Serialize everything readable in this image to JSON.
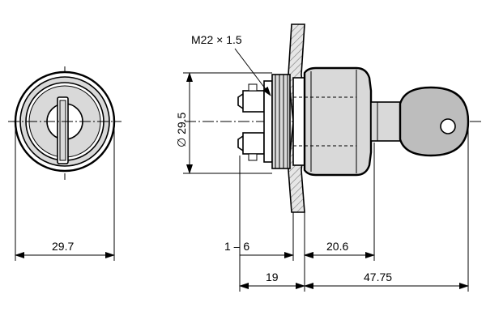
{
  "diagram": {
    "labels": {
      "thread": "M22 × 1.5",
      "diameter": "∅ 29.5",
      "front_width": "29.7",
      "panel_thickness": "1 – 6",
      "bezel_depth": "20.6",
      "rear_depth": "19",
      "overall_front": "47.75"
    },
    "colors": {
      "line": "#000000",
      "body": "#d9d9d9",
      "body_dark": "#bdbdbd",
      "background": "#ffffff"
    }
  }
}
